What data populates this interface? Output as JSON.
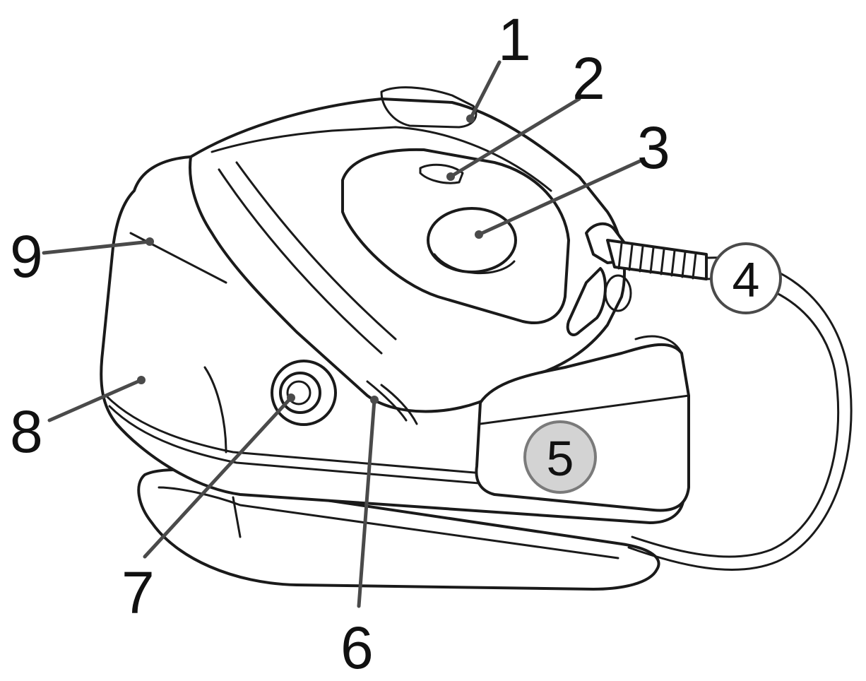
{
  "diagram": {
    "labels": [
      {
        "id": "1",
        "text": "1"
      },
      {
        "id": "2",
        "text": "2"
      },
      {
        "id": "3",
        "text": "3"
      },
      {
        "id": "4",
        "text": "4"
      },
      {
        "id": "5",
        "text": "5"
      },
      {
        "id": "6",
        "text": "6"
      },
      {
        "id": "7",
        "text": "7"
      },
      {
        "id": "8",
        "text": "8"
      },
      {
        "id": "9",
        "text": "9"
      }
    ],
    "colors": {
      "line": "#1a1a1a",
      "leader": "#4a4a4a",
      "badge_fill": "#d3d3d3",
      "background": "#ffffff"
    }
  }
}
